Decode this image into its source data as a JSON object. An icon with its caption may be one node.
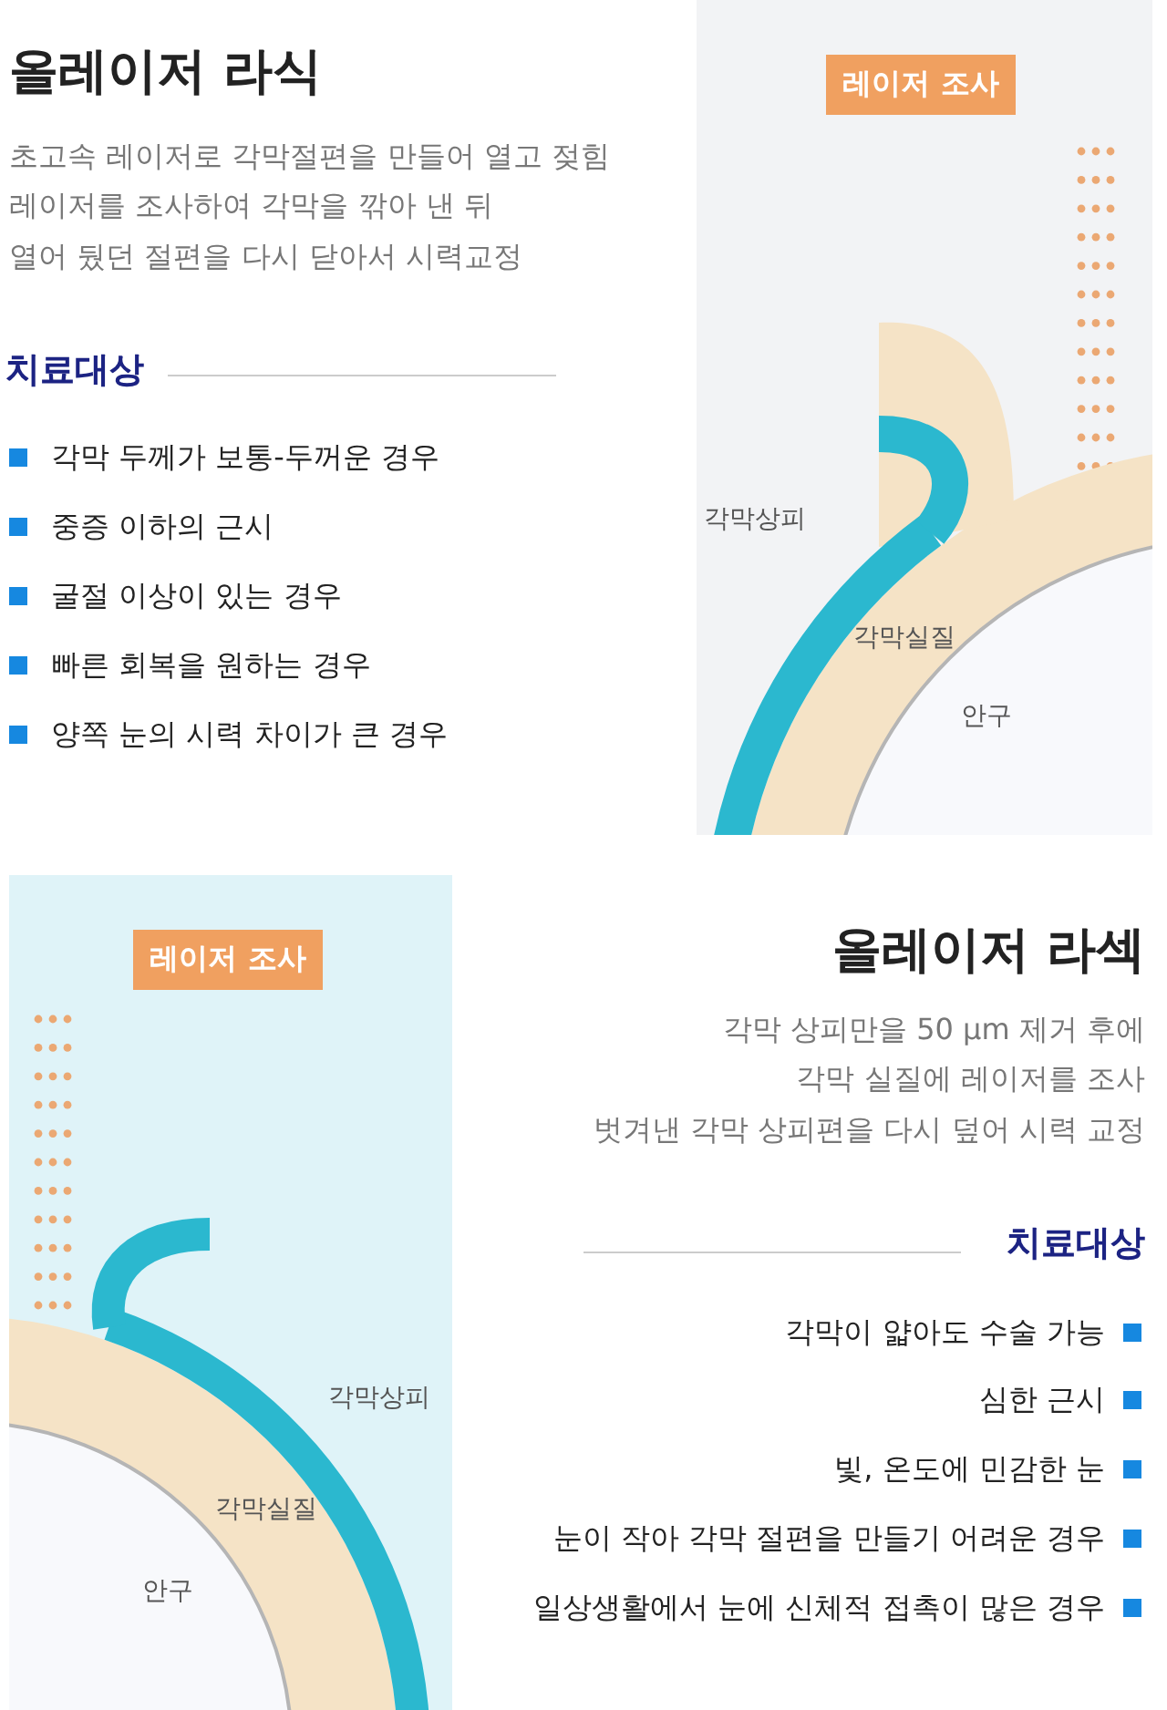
{
  "diagram": {
    "nodes": [
      {
        "text": [
          "레이저 조사"
        ]
      },
      {
        "text": [
          "레이저 조사"
        ]
      }
    ],
    "edges": [],
    "labels": [
      "올레이저 라식",
      "초고속 레이저로 각막절편을 만들어 열고 젖힘",
      "레이저를 조사하여 각막을 깎아 낸 뒤",
      "열어 뒀던 절편을 다시 닫아서 시력교정",
      "치료대상",
      "각막 두께가 보통-두꺼운 경우",
      "중증 이하의 근시",
      "굴절 이상이 있는 경우",
      "빠른 회복을 원하는 경우",
      "양쪽 눈의 시력 차이가 큰 경우",
      "각막상피",
      "각막실질",
      "안구",
      "올레이저 라섹",
      "각막 상피만을 50 µm 제거 후에",
      "각막 실질에 레이저를 조사",
      "벗겨낸 각막 상피편을 다시 덮어 시력 교정",
      "치료대상",
      "각막이 얇아도 수술 가능",
      "심한 근시",
      "빛, 온도에 민감한 눈",
      "눈이 작아 각막 절편을 만들기 어려운 경우",
      "일상생활에서 눈에 신체적 접촉이 많은 경우",
      "각막상피",
      "각막실질",
      "안구"
    ]
  }
}
